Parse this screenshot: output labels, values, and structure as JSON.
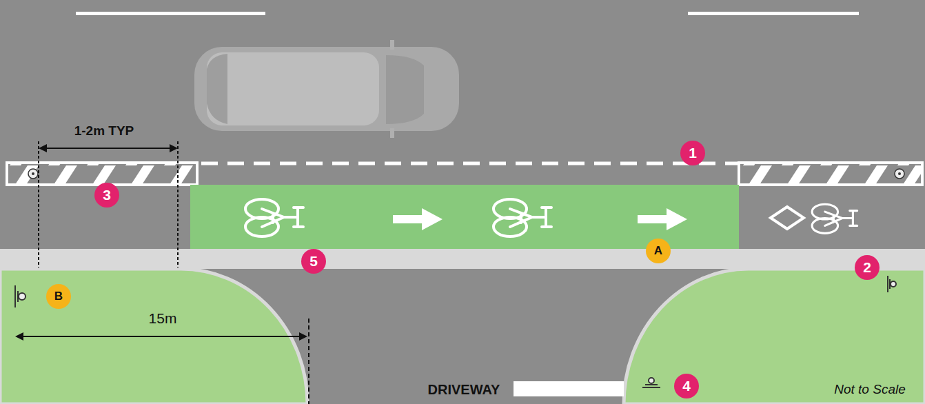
{
  "diagram": {
    "labels": [
      "1-2m TYP",
      "1",
      "3",
      "5",
      "A",
      "2",
      "B",
      "15m",
      "DRIVEWAY",
      "4",
      "Not to Scale"
    ]
  }
}
